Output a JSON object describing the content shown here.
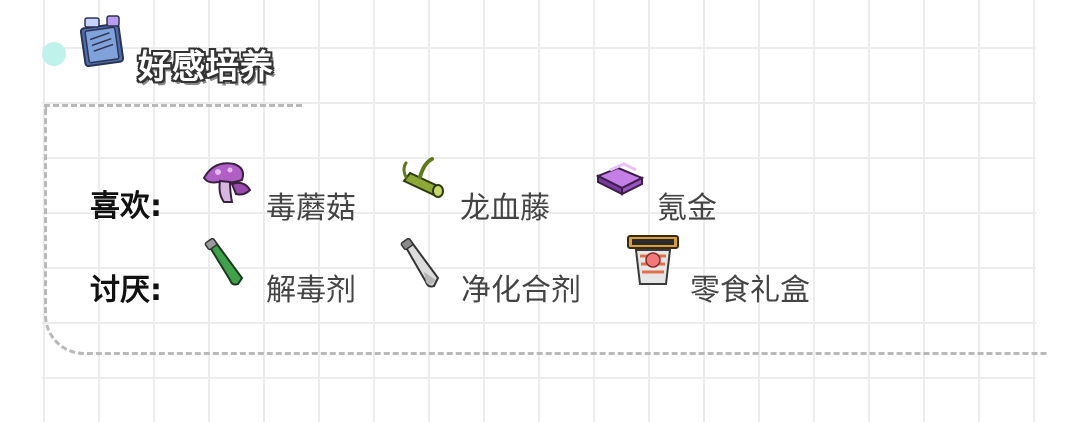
{
  "section": {
    "title": "好感培养",
    "icon": "book-icon"
  },
  "likes": {
    "label": "喜欢:",
    "items": [
      {
        "name": "毒蘑菇",
        "icon": "mushroom-icon"
      },
      {
        "name": "龙血藤",
        "icon": "vine-icon"
      },
      {
        "name": "氪金",
        "icon": "gold-ingot-icon"
      }
    ]
  },
  "dislikes": {
    "label": "讨厌:",
    "items": [
      {
        "name": "解毒剂",
        "icon": "green-tube-icon"
      },
      {
        "name": "净化合剂",
        "icon": "clear-tube-icon"
      },
      {
        "name": "零食礼盒",
        "icon": "snack-box-icon"
      }
    ]
  },
  "colors": {
    "accent_dot": "#bff2ea",
    "dashed_border": "#b9b9b9",
    "grid": "#ececec"
  }
}
